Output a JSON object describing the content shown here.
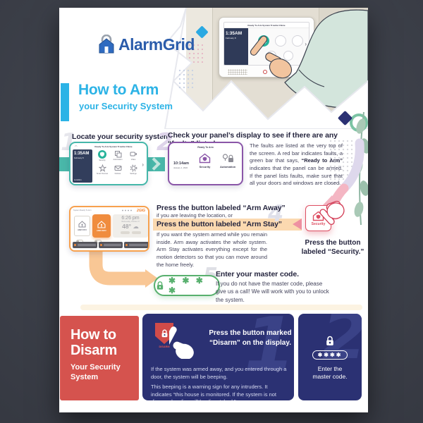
{
  "logo": {
    "text": "AlarmGrid"
  },
  "header": {
    "title": "How to Arm",
    "subtitle": "your Security System",
    "watermark": "AlarmGrid"
  },
  "arm": {
    "step1": {
      "number": "1",
      "heading": "Locate your security system.",
      "panel": {
        "status": "Ready To Arm System Trouble Chime",
        "time": "1:35AM",
        "date": "February 8",
        "location": "Location",
        "apps": [
          {
            "label": "Security"
          },
          {
            "label": "Automation"
          },
          {
            "label": "Video"
          },
          {
            "label": "Smart Scenes"
          },
          {
            "label": "Notices"
          },
          {
            "label": "Settings"
          }
        ]
      }
    },
    "step2": {
      "number": "2",
      "heading": "Check your panel’s display to see if there are any “faults” listed.",
      "panel": {
        "status": "Ready To Arm",
        "time": "10:14am",
        "date": "January 1, 2022",
        "buttons": [
          {
            "label": "Security"
          },
          {
            "label": "Automation"
          }
        ]
      },
      "body_pre": "The faults are listed at the very top of the screen. A red bar indicates faults, a green bar that says, ",
      "body_bold": "“Ready to Arm”",
      "body_post": " indicates that the panel can be armed. If the panel lists faults, make sure that all your doors and windows are closed."
    },
    "step3": {
      "number": "3",
      "button_label": "Security",
      "caption_line1": "Press the button",
      "caption_line2": "labeled “Security.”"
    },
    "step4": {
      "number": "4",
      "heading_away": "Press the button labeled “Arm Away”",
      "sub_away": "if you are leaving the location, or",
      "heading_stay": "Press the button labeled “Arm Stay”",
      "body": "If you want the system armed while you remain inside. Arm away activates the whole system. Arm Stay activates everything except for the motion detectors so that you can move around the home freely.",
      "panel": {
        "status": "System Ready To Arm",
        "brand": "2GIG",
        "arm_stay": "ARM STAY",
        "arm_away": "ARM AWAY",
        "time": "6:26 pm",
        "date": "Wednesday, October 27",
        "temp": "48°",
        "weather_icon": "☁"
      }
    },
    "step5": {
      "number": "5",
      "heading": "Enter your master code.",
      "body": "If you do not have the master code, please give us a call! We will work with you to unlock the system.",
      "code": "✱ ✱ ✱ ✱"
    }
  },
  "disarm": {
    "title_line1": "How to",
    "title_line2": "Disarm",
    "subtitle": "Your Security System",
    "step1": {
      "number": "1",
      "icon_label": "DISARM",
      "heading": "Press the button marked “Disarm” on the display.",
      "body1": "If the system was armed away, and you entered through a door, the system will be beeping.",
      "body2": "This beeping is a warning sign for any intruders. It indicates “this house is monitored. If the system is not disarmed, police will be dispatched.”"
    },
    "step2": {
      "number": "2",
      "code": "✱✱✱✱",
      "caption_line1": "Enter the",
      "caption_line2": "master code."
    }
  },
  "colors": {
    "cyan": "#2cb3e6",
    "teal": "#49b7a9",
    "purple": "#8a56a8",
    "pink": "#e2526b",
    "orange": "#f7a14e",
    "green": "#58b06e",
    "navy": "#2b3173",
    "red": "#d5534e",
    "logo_blue": "#2b5cab"
  }
}
